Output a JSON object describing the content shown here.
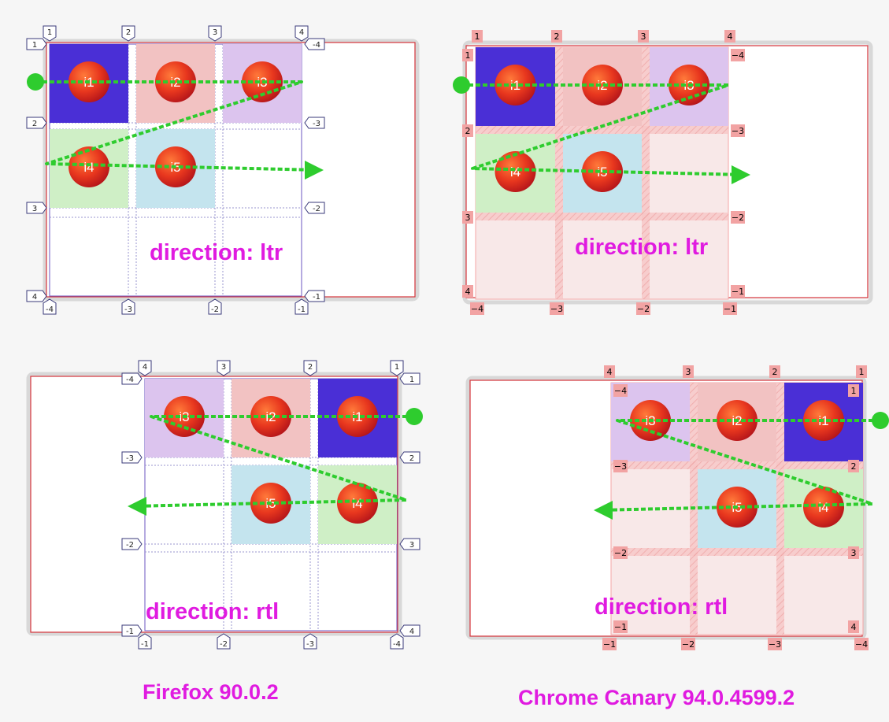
{
  "colors": {
    "i1": "#4a2fd6",
    "i2": "#f2c2c2",
    "i3": "#dcc4ee",
    "i4": "#cfefc6",
    "i5": "#c4e4ee",
    "arrow": "#2ecc2e",
    "label": "#e01be0",
    "chrome_tag": "#f2a3a3",
    "container": "#d6343b"
  },
  "items": [
    "i1",
    "i2",
    "i3",
    "i4",
    "i5"
  ],
  "panels": [
    {
      "style": "firefox",
      "direction": "ltr",
      "label": "direction: ltr",
      "col_numbers": [
        "1",
        "2",
        "3",
        "4"
      ],
      "col_numbers_neg": [
        "-4",
        "-3",
        "-2",
        "-1"
      ],
      "row_numbers": [
        "1",
        "2",
        "3",
        "4"
      ],
      "row_numbers_neg": [
        "-4",
        "-3",
        "-2",
        "-1"
      ]
    },
    {
      "style": "chrome",
      "direction": "ltr",
      "label": "direction: ltr",
      "col_numbers": [
        "1",
        "2",
        "3",
        "4"
      ],
      "col_numbers_neg": [
        "−4",
        "−3",
        "−2",
        "−1"
      ],
      "row_numbers": [
        "1",
        "2",
        "3",
        "4"
      ],
      "row_numbers_neg": [
        "−4",
        "−3",
        "−2",
        "−1"
      ]
    },
    {
      "style": "firefox",
      "direction": "rtl",
      "label": "direction: rtl",
      "col_numbers": [
        "1",
        "2",
        "3",
        "4"
      ],
      "col_numbers_neg": [
        "-4",
        "-3",
        "-2",
        "-1"
      ],
      "row_numbers": [
        "1",
        "2",
        "3",
        "4"
      ],
      "row_numbers_neg": [
        "-4",
        "-3",
        "-2",
        "-1"
      ]
    },
    {
      "style": "chrome",
      "direction": "rtl",
      "label": "direction: rtl",
      "col_numbers": [
        "1",
        "2",
        "3",
        "4"
      ],
      "col_numbers_neg": [
        "−4",
        "−3",
        "−2",
        "−1"
      ],
      "row_numbers": [
        "1",
        "2",
        "3",
        "4"
      ],
      "row_numbers_neg": [
        "−4",
        "−3",
        "−2",
        "−1"
      ]
    }
  ],
  "captions": {
    "firefox": "Firefox 90.0.2",
    "chrome": "Chrome Canary  94.0.4599.2"
  }
}
